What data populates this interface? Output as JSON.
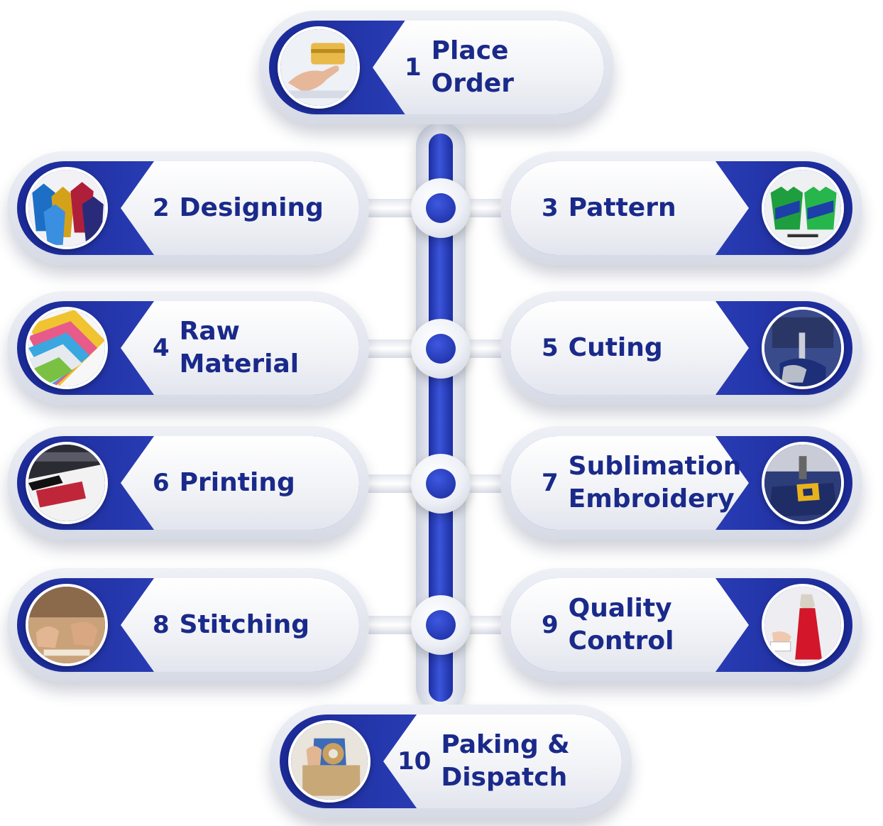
{
  "steps": [
    {
      "num": "1",
      "lines": [
        "Place Order"
      ],
      "icon": "credit-card-payment-icon"
    },
    {
      "num": "2",
      "lines": [
        "Designing"
      ],
      "icon": "jersey-designs-icon"
    },
    {
      "num": "3",
      "lines": [
        "Pattern"
      ],
      "icon": "jersey-pattern-icon"
    },
    {
      "num": "4",
      "lines": [
        "Raw",
        "Material"
      ],
      "icon": "fabric-rolls-icon"
    },
    {
      "num": "5",
      "lines": [
        "Cuting"
      ],
      "icon": "cutting-machine-icon"
    },
    {
      "num": "6",
      "lines": [
        "Printing"
      ],
      "icon": "printing-machine-icon"
    },
    {
      "num": "7",
      "lines": [
        "Sublimation",
        "Embroidery"
      ],
      "icon": "embroidery-machine-icon"
    },
    {
      "num": "8",
      "lines": [
        "Stitching"
      ],
      "icon": "stitching-hands-icon"
    },
    {
      "num": "9",
      "lines": [
        "Quality",
        "Control"
      ],
      "icon": "mannequin-dress-icon"
    },
    {
      "num": "10",
      "lines": [
        "Paking &",
        "Dispatch"
      ],
      "icon": "packing-tape-icon"
    }
  ],
  "colors": {
    "primary": "#1b2a97",
    "accent": "#3c56df",
    "text": "#1a2a8a"
  }
}
